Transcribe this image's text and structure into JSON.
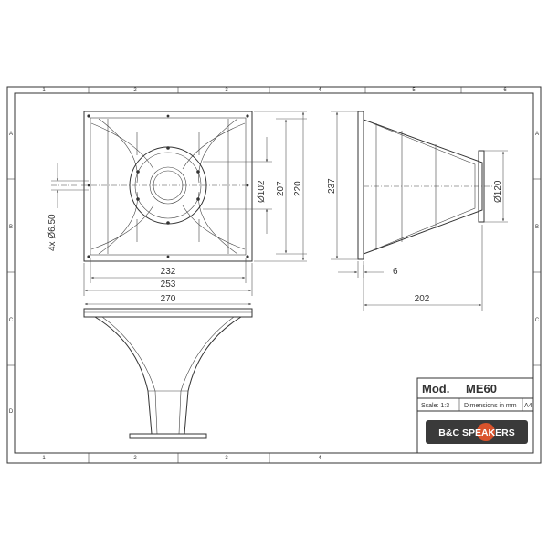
{
  "grid": {
    "columns": [
      "1",
      "2",
      "3",
      "4",
      "5",
      "6"
    ],
    "rows": [
      "A",
      "B",
      "C",
      "D"
    ]
  },
  "dimensions": {
    "holes": "4x Ø6.50",
    "d102": "Ø102",
    "h207": "207",
    "h220": "220",
    "w232": "232",
    "w253": "253",
    "w270": "270",
    "h237": "237",
    "t6": "6",
    "d120": "Ø120",
    "l202": "202"
  },
  "title_block": {
    "mod_label": "Mod.",
    "model": "ME60",
    "scale": "Scale: 1:3",
    "units": "Dimensions in mm",
    "paper": "A4",
    "brand": "B&C SPEAKERS"
  },
  "colors": {
    "line": "#333333",
    "brand_bg": "#3a3a3a",
    "brand_text": "#ffffff",
    "brand_accent": "#d9532c"
  }
}
